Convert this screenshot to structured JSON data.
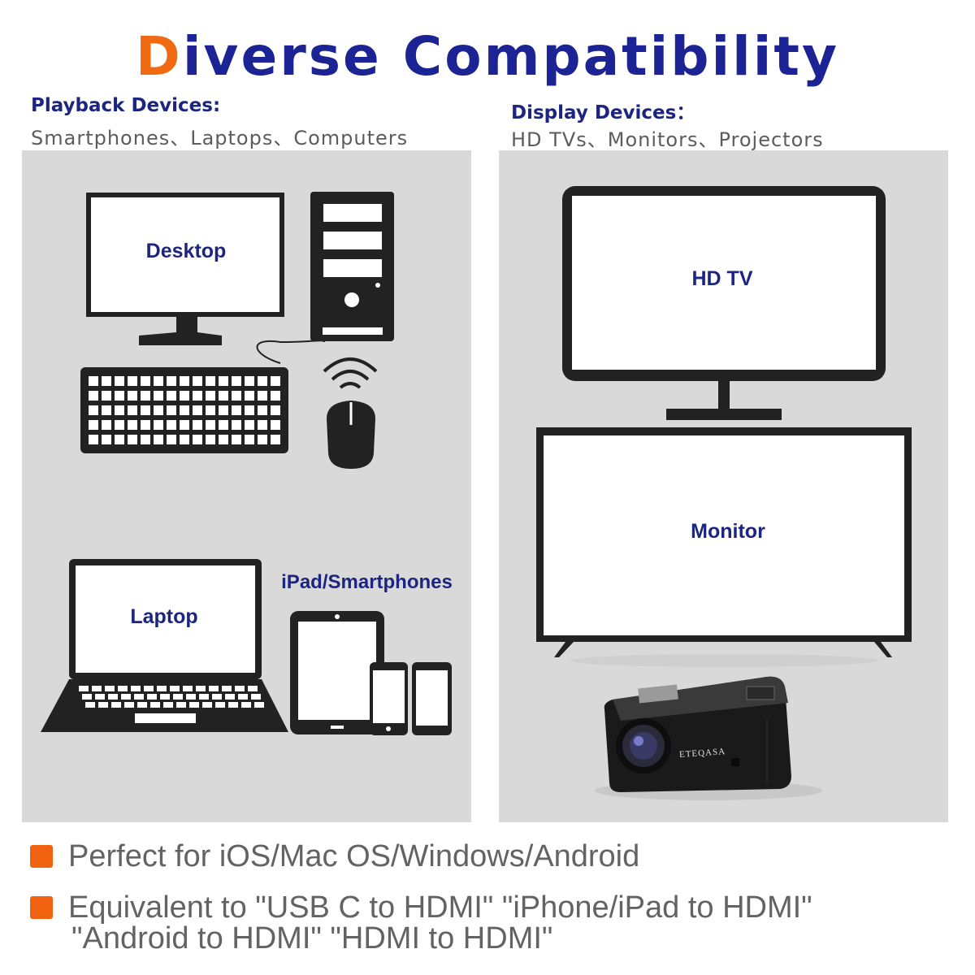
{
  "title": {
    "first_letter": "D",
    "rest": "iverse Compatibility"
  },
  "playback": {
    "heading": "Playback Devices:",
    "subtitle": "Smartphones、Laptops、Computers",
    "labels": {
      "desktop": "Desktop",
      "laptop": "Laptop",
      "mobile": "iPad/Smartphones"
    }
  },
  "display": {
    "heading": "Display Devices：",
    "subtitle": "HD TVs、Monitors、Projectors",
    "labels": {
      "tv": "HD TV",
      "monitor": "Monitor",
      "projector_brand": "ETEQASA"
    }
  },
  "features": [
    "Perfect for iOS/Mac OS/Windows/Android",
    "Equivalent to \"USB C to HDMI\" \"iPhone/iPad to HDMI\"",
    "\"Android to HDMI\" \"HDMI to HDMI\""
  ],
  "colors": {
    "accent": "#ef6a10",
    "navy": "#1c2394",
    "panel": "#d9d9d9",
    "icon": "#222222"
  }
}
